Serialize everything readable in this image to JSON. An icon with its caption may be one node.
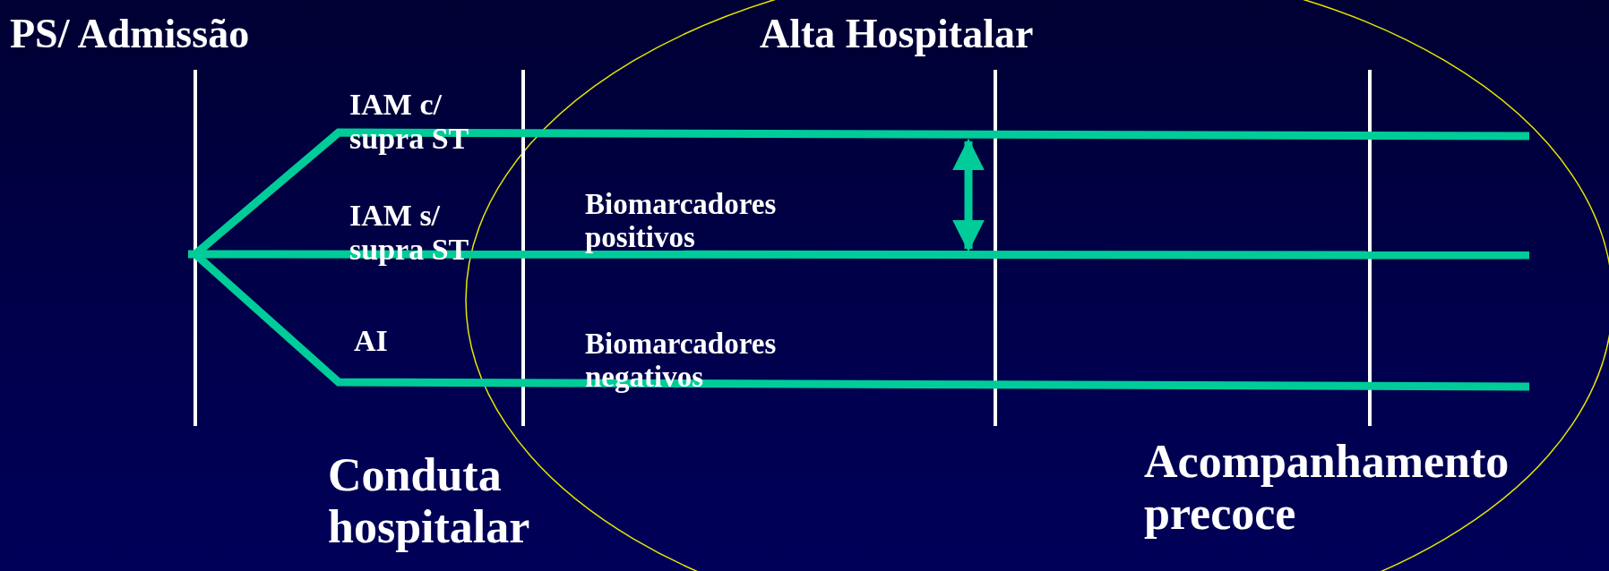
{
  "diagram": {
    "labels": [
      "PS/ Admissão",
      "Alta Hospitalar",
      "IAM c/ supra ST",
      "Biomarcadores positivos",
      "IAM s/ supra ST",
      "AI",
      "Biomarcadores negativos",
      "Conduta hospitalar",
      "Acompanhamento precoce"
    ]
  }
}
